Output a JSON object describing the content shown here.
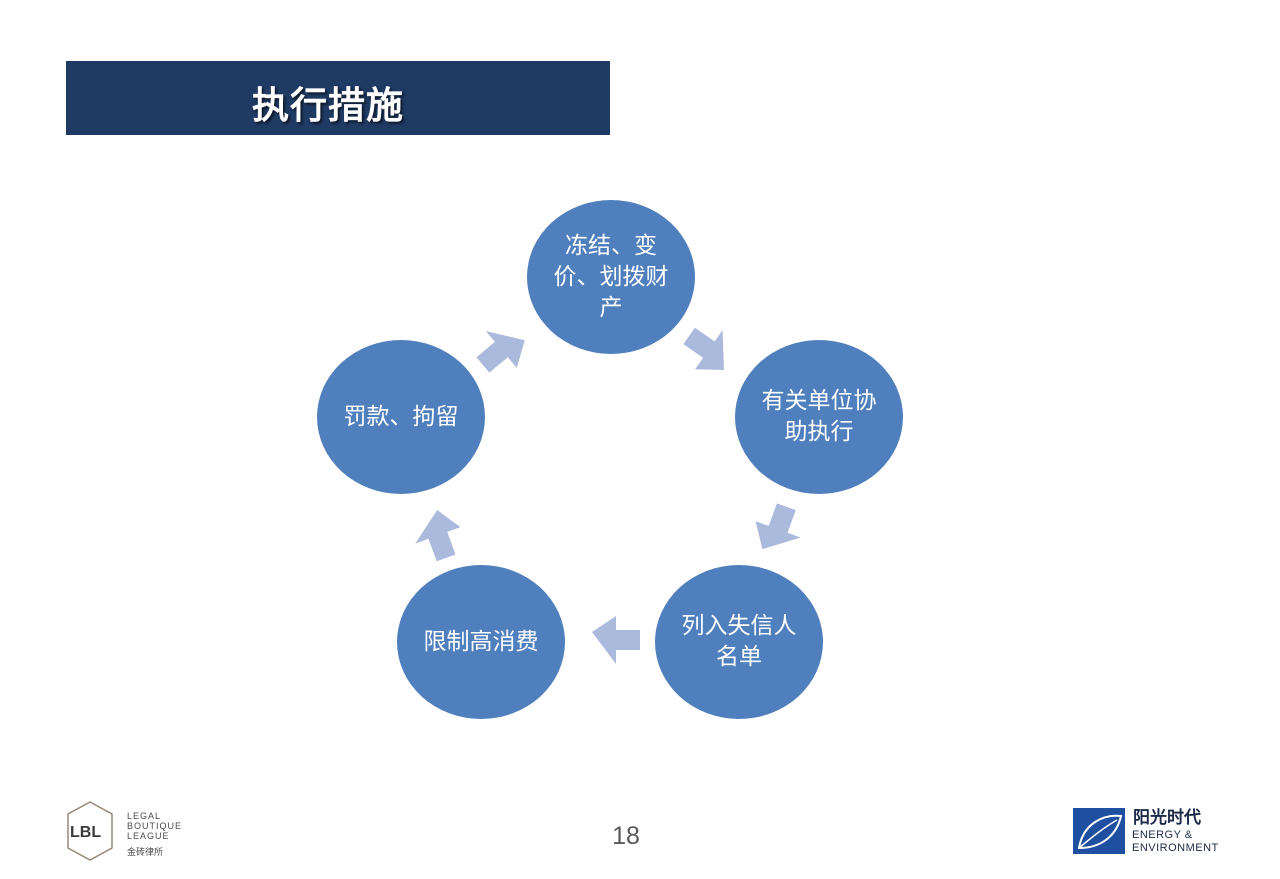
{
  "slide": {
    "title": "执行措施",
    "page_number": "18"
  },
  "cycle": {
    "nodes": [
      {
        "label": "冻结、变价、划拨财产"
      },
      {
        "label": "有关单位协助执行"
      },
      {
        "label": "列入失信人名单"
      },
      {
        "label": "限制高消费"
      },
      {
        "label": "罚款、拘留"
      }
    ],
    "node_color": "#4f7fbc",
    "arrow_color": "#aab9dc"
  },
  "footer": {
    "left_logo": {
      "mark": "LBL",
      "lines": [
        "LEGAL",
        "BOUTIQUE",
        "LEAGUE"
      ],
      "chinese": "金砖律所"
    },
    "right_logo": {
      "chinese": "阳光时代",
      "english_lines": [
        "ENERGY &",
        "ENVIRONMENT"
      ]
    }
  },
  "colors": {
    "title_bar": "#1f3a63",
    "title_text": "#ffffff"
  }
}
